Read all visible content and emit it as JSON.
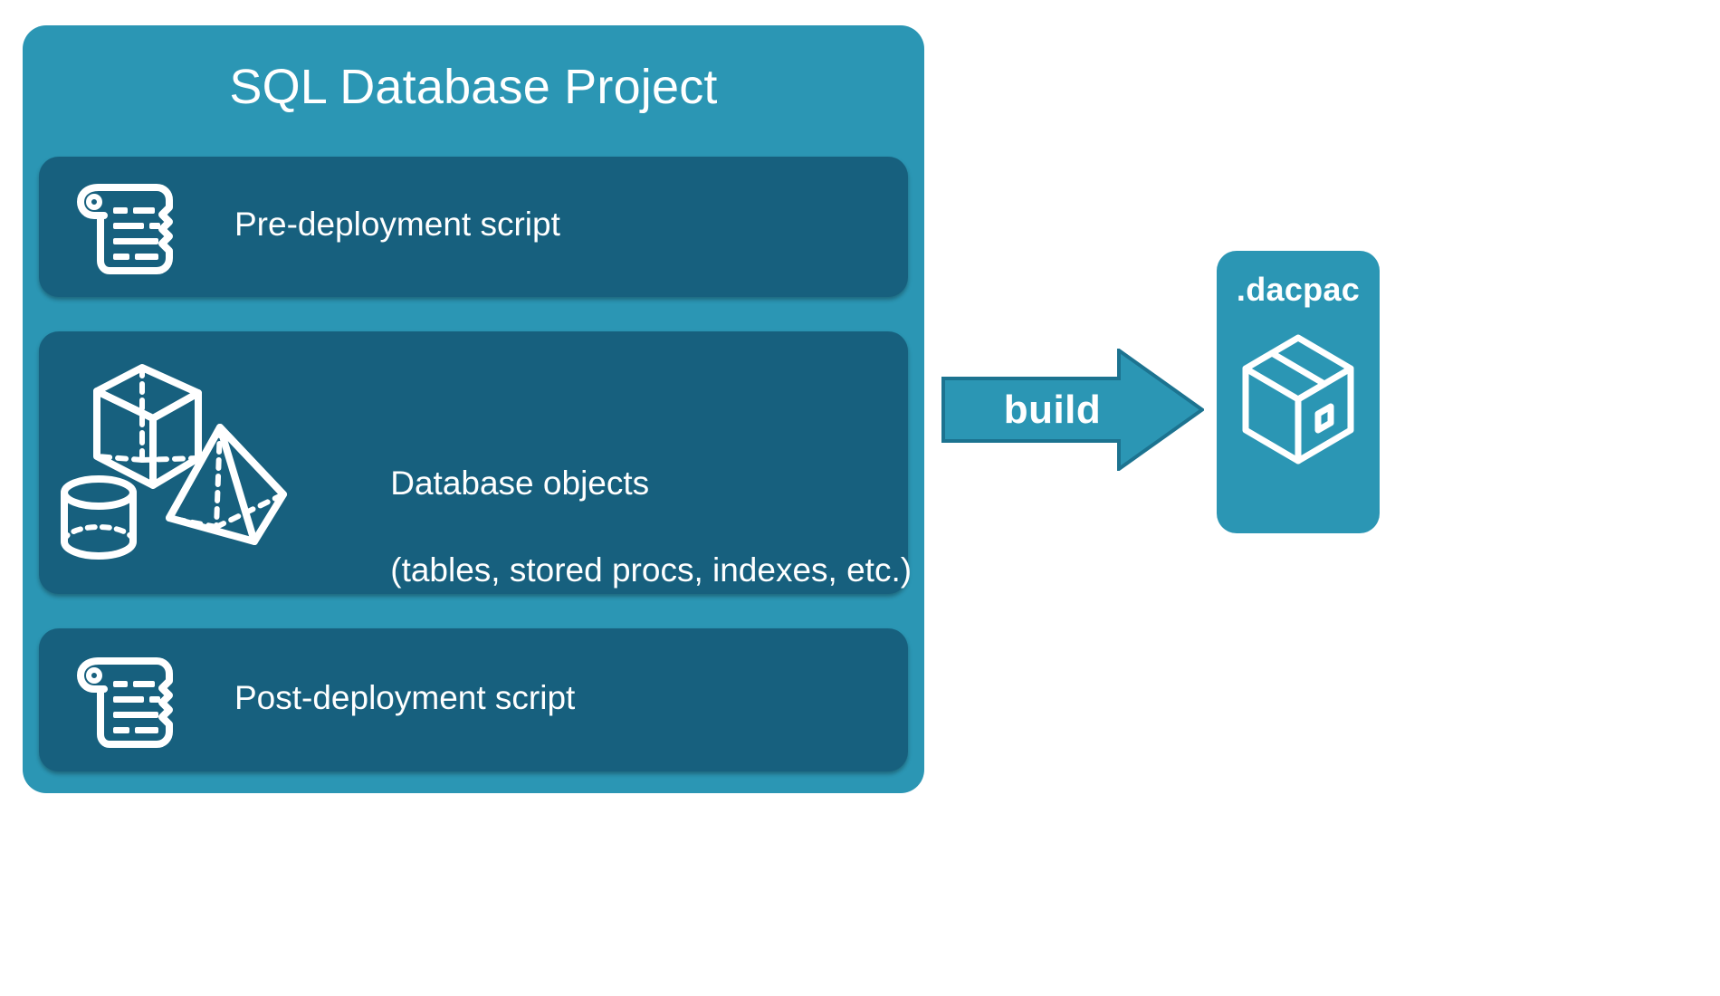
{
  "diagram": {
    "title": "SQL Database Project build to dacpac",
    "colors": {
      "background": "#ffffff",
      "container_teal": "#2b96b4",
      "card_dark_teal": "#17607e",
      "arrow_fill": "#2b96b4",
      "arrow_stroke": "#1c7390",
      "text_white": "#ffffff"
    }
  },
  "project": {
    "title": "SQL Database Project",
    "cards": [
      {
        "id": "pre-deployment",
        "label": "Pre-deployment script",
        "icon": "scroll-icon"
      },
      {
        "id": "database-objects",
        "label": "Database objects\n(tables, stored procs, indexes, etc.)",
        "line1": "Database objects",
        "line2": "(tables, stored procs, indexes, etc.)",
        "icon": "3d-shapes-icon"
      },
      {
        "id": "post-deployment",
        "label": "Post-deployment script",
        "icon": "scroll-icon"
      }
    ]
  },
  "arrow": {
    "label": "build",
    "direction": "right",
    "icon": "right-arrow-icon"
  },
  "output": {
    "label": ".dacpac",
    "icon": "package-box-icon"
  }
}
